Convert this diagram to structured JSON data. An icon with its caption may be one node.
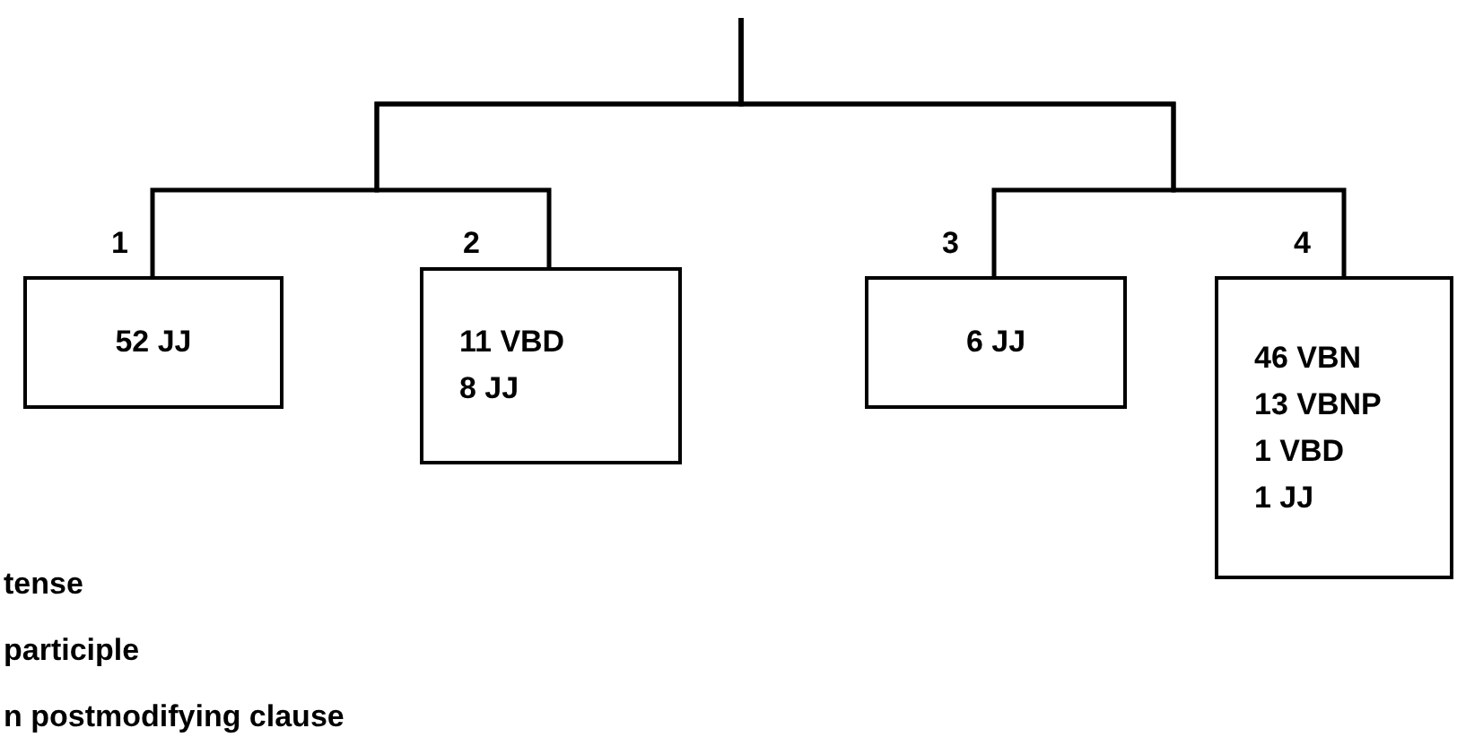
{
  "diagram": {
    "nodes": [
      {
        "text": [
          "52 JJ"
        ],
        "beside": [
          "1"
        ]
      },
      {
        "text": [
          "11 VBD",
          "8 JJ"
        ],
        "beside": [
          "2"
        ]
      },
      {
        "text": [
          "6 JJ"
        ],
        "beside": [
          "3"
        ]
      },
      {
        "text": [
          "46 VBN",
          "13 VBNP",
          "1 VBD",
          "1 JJ"
        ],
        "beside": [
          "4"
        ]
      }
    ],
    "edges": [
      {
        "from": null,
        "to": 0,
        "arrow": "none"
      },
      {
        "from": null,
        "to": 1,
        "arrow": "none"
      },
      {
        "from": null,
        "to": 2,
        "arrow": "none"
      },
      {
        "from": null,
        "to": 3,
        "arrow": "none"
      }
    ],
    "labels": [
      "tense",
      "participle",
      "n postmodifying clause"
    ]
  }
}
